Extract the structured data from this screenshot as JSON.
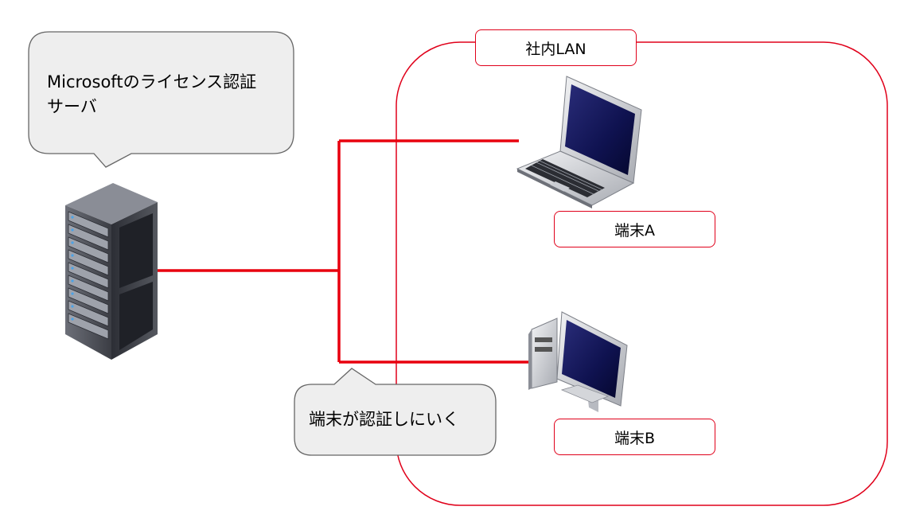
{
  "server": {
    "callout": [
      "Microsoftのライセンス認証",
      "サーバ"
    ]
  },
  "lan": {
    "label": "社内LAN"
  },
  "terminal_a": {
    "label": "端末A"
  },
  "terminal_b": {
    "label": "端末B"
  },
  "auth_callout": {
    "text": "端末が認証しにいく"
  },
  "colors": {
    "connection": "#e8000e",
    "lan_border": "#e0001a",
    "callout_fill": "#eeeeee"
  }
}
